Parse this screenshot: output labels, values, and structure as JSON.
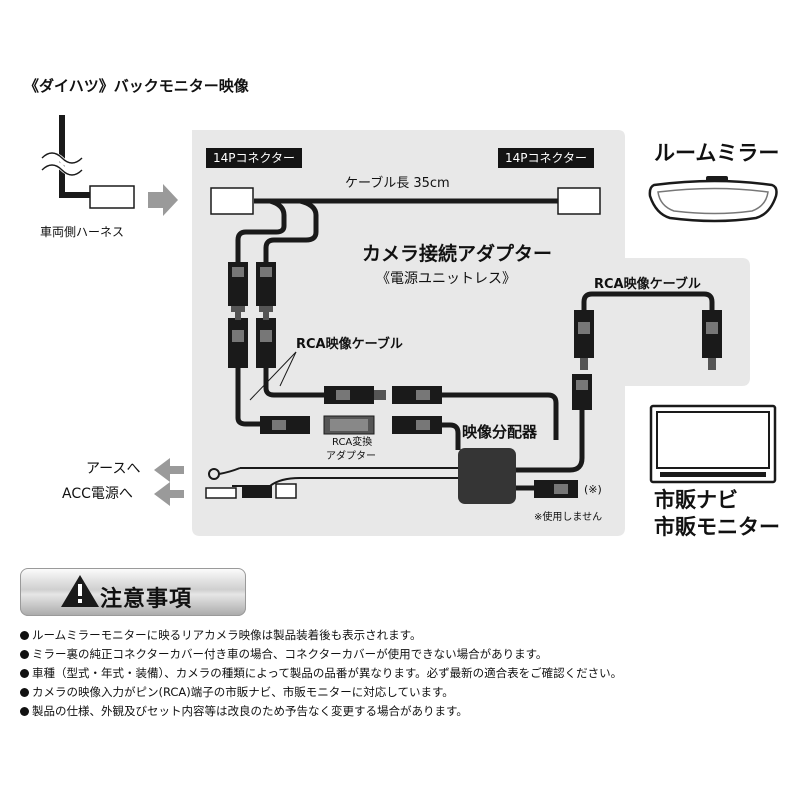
{
  "header_title": "《ダイハツ》バックモニター映像",
  "vehicle_harness_label": "車両側ハーネス",
  "connector_left_label": "14Pコネクター",
  "connector_right_label": "14Pコネクター",
  "cable_length_label": "ケーブル長 35cm",
  "room_mirror_label": "ルームミラー",
  "adapter_title": "カメラ接続アダプター",
  "adapter_subtitle": "《電源ユニットレス》",
  "rca_cable_right_label": "RCA映像ケーブル",
  "rca_cable_left_label": "RCA映像ケーブル",
  "rca_adapter_label_1": "RCA変換",
  "rca_adapter_label_2": "アダプター",
  "splitter_label": "映像分配器",
  "ground_label": "アースへ",
  "acc_label": "ACC電源へ",
  "unused_mark": "(※)",
  "unused_note": "※使用しません",
  "navi_label": "市販ナビ",
  "monitor_label": "市販モニター",
  "caution_title": "注意事項",
  "notes": [
    "ルームミラーモニターに映るリアカメラ映像は製品装着後も表示されます。",
    "ミラー裏の純正コネクターカバー付き車の場合、コネクターカバーが使用できない場合があります。",
    "車種（型式・年式・装備）、カメラの種類によって製品の品番が異なります。必ず最新の適合表をご確認ください。",
    "カメラの映像入力がピン(RCA)端子の市販ナビ、市販モニターに対応しています。",
    "製品の仕様、外観及びセット内容等は改良のため予告なく変更する場合があります。"
  ]
}
